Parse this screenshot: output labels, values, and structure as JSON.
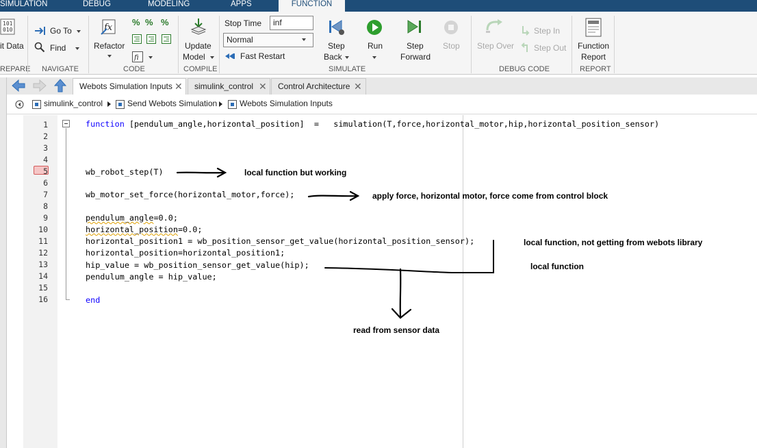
{
  "top_tabs": [
    "SIMULATION",
    "DEBUG",
    "MODELING",
    "APPS",
    "FUNCTION"
  ],
  "ribbon": {
    "prepare": {
      "edit_data": "it Data",
      "group": "REPARE"
    },
    "navigate": {
      "goto": "Go To",
      "find": "Find",
      "group": "NAVIGATE"
    },
    "code": {
      "refactor": "Refactor",
      "group": "CODE"
    },
    "compile": {
      "update_model_1": "Update",
      "update_model_2": "Model",
      "group": "COMPILE"
    },
    "simulate": {
      "stop_time_label": "Stop Time",
      "stop_time_value": "inf",
      "mode_value": "Normal",
      "fast_restart": "Fast Restart",
      "step_back_1": "Step",
      "step_back_2": "Back",
      "run": "Run",
      "step_forward_1": "Step",
      "step_forward_2": "Forward",
      "stop": "Stop",
      "group": "SIMULATE"
    },
    "debug": {
      "step_over": "Step Over",
      "step_in": "Step In",
      "step_out": "Step Out",
      "group": "DEBUG CODE"
    },
    "report": {
      "fr_1": "Function",
      "fr_2": "Report",
      "group": "REPORT"
    }
  },
  "doc_tabs": [
    "Webots Simulation Inputs",
    "simulink_control",
    "Control Architecture"
  ],
  "breadcrumbs": [
    "simulink_control",
    "Send Webots Simulation",
    "Webots Simulation Inputs"
  ],
  "editor": {
    "line_numbers": [
      "1",
      "2",
      "3",
      "4",
      "5",
      "6",
      "7",
      "8",
      "9",
      "10",
      "11",
      "12",
      "13",
      "14",
      "15",
      "16"
    ],
    "lines": {
      "l1_kw": "function",
      "l1_rest": " [pendulum_angle,horizontal_position]  =   simulation(T,force,horizontal_motor,hip,horizontal_position_sensor)",
      "l5": "wb_robot_step(T)",
      "l7": "wb_motor_set_force(horizontal_motor,force);",
      "l9_a": "pendulum_angle",
      "l9_b": "=0.0;",
      "l10_a": "horizontal_position",
      "l10_b": "=0.0;",
      "l11": "horizontal_position1 = wb_position_sensor_get_value(horizontal_position_sensor);",
      "l12": "horizontal_position=horizontal_position1;",
      "l13": "hip_value = wb_position_sensor_get_value(hip);",
      "l14": "pendulum_angle = hip_value;",
      "l16": "end"
    }
  },
  "annotations": {
    "a1": "local function but working",
    "a2": "apply force, horizontal motor, force come from control block",
    "a3": "local function, not getting from webots library",
    "a4": "local function",
    "a5": "read from sensor data"
  },
  "colors": {
    "ribbon_tab_bar": "#1e4d78",
    "keyword": "#0e00ff",
    "run_green": "#2e9e2e",
    "breakpoint": "#f5c6c6"
  }
}
